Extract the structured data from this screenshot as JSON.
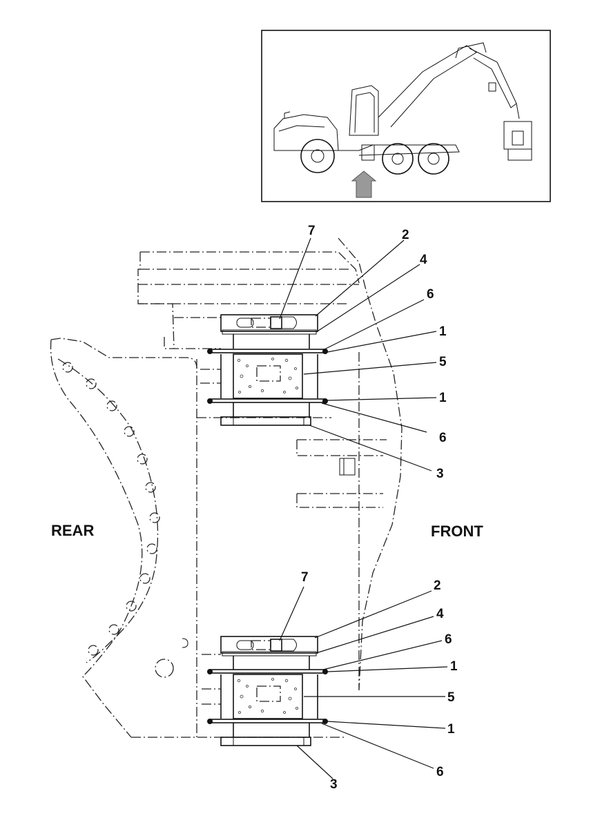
{
  "labels": {
    "rear": "REAR",
    "front": "FRONT"
  },
  "callouts_upper": {
    "n7": "7",
    "n2": "2",
    "n4": "4",
    "n6a": "6",
    "n1a": "1",
    "n5": "5",
    "n1b": "1",
    "n6b": "6",
    "n3": "3"
  },
  "callouts_lower": {
    "n7": "7",
    "n2": "2",
    "n4": "4",
    "n6a": "6",
    "n1a": "1",
    "n5": "5",
    "n1b": "1",
    "n6b": "6",
    "n3": "3"
  }
}
